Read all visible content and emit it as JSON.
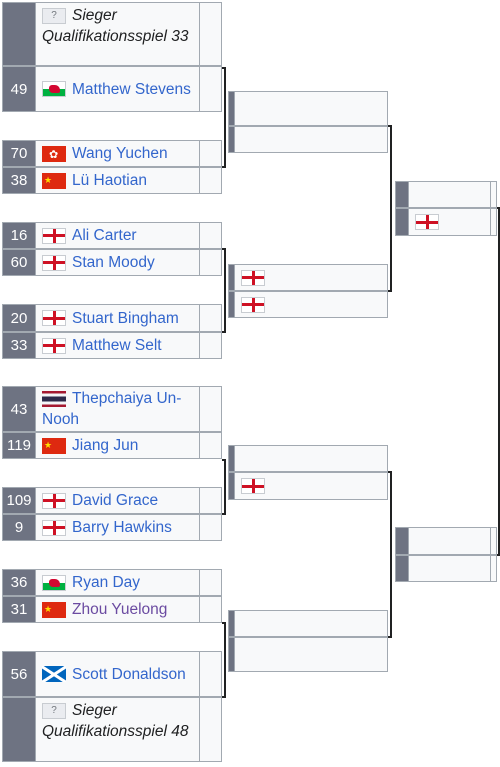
{
  "round1": [
    {
      "seed": "",
      "flag": "unknown-flag",
      "name": "Sieger Qualifikationsspiel 33",
      "italic": true
    },
    {
      "seed": "49",
      "flag": "wales-flag",
      "name": "Matthew Stevens"
    },
    {
      "seed": "70",
      "flag": "hongkong-flag",
      "name": "Wang Yuchen"
    },
    {
      "seed": "38",
      "flag": "china-flag",
      "name": "Lü Haotian"
    },
    {
      "seed": "16",
      "flag": "england-flag",
      "name": "Ali Carter"
    },
    {
      "seed": "60",
      "flag": "england-flag",
      "name": "Stan Moody"
    },
    {
      "seed": "20",
      "flag": "england-flag",
      "name": "Stuart Bingham"
    },
    {
      "seed": "33",
      "flag": "england-flag",
      "name": "Matthew Selt"
    },
    {
      "seed": "43",
      "flag": "thailand-flag",
      "name": "Thepchaiya Un-Nooh"
    },
    {
      "seed": "119",
      "flag": "china-flag",
      "name": "Jiang Jun"
    },
    {
      "seed": "109",
      "flag": "england-flag",
      "name": "David Grace"
    },
    {
      "seed": "9",
      "flag": "england-flag",
      "name": "Barry Hawkins"
    },
    {
      "seed": "36",
      "flag": "wales-flag",
      "name": "Ryan Day"
    },
    {
      "seed": "31",
      "flag": "china-flag",
      "name": "Zhou Yuelong",
      "visited": true
    },
    {
      "seed": "56",
      "flag": "scotland-flag",
      "name": "Scott Donaldson"
    },
    {
      "seed": "",
      "flag": "unknown-flag",
      "name": "Sieger Qualifikationsspiel 48",
      "italic": true
    }
  ],
  "unknown_flag_glyph": "?"
}
